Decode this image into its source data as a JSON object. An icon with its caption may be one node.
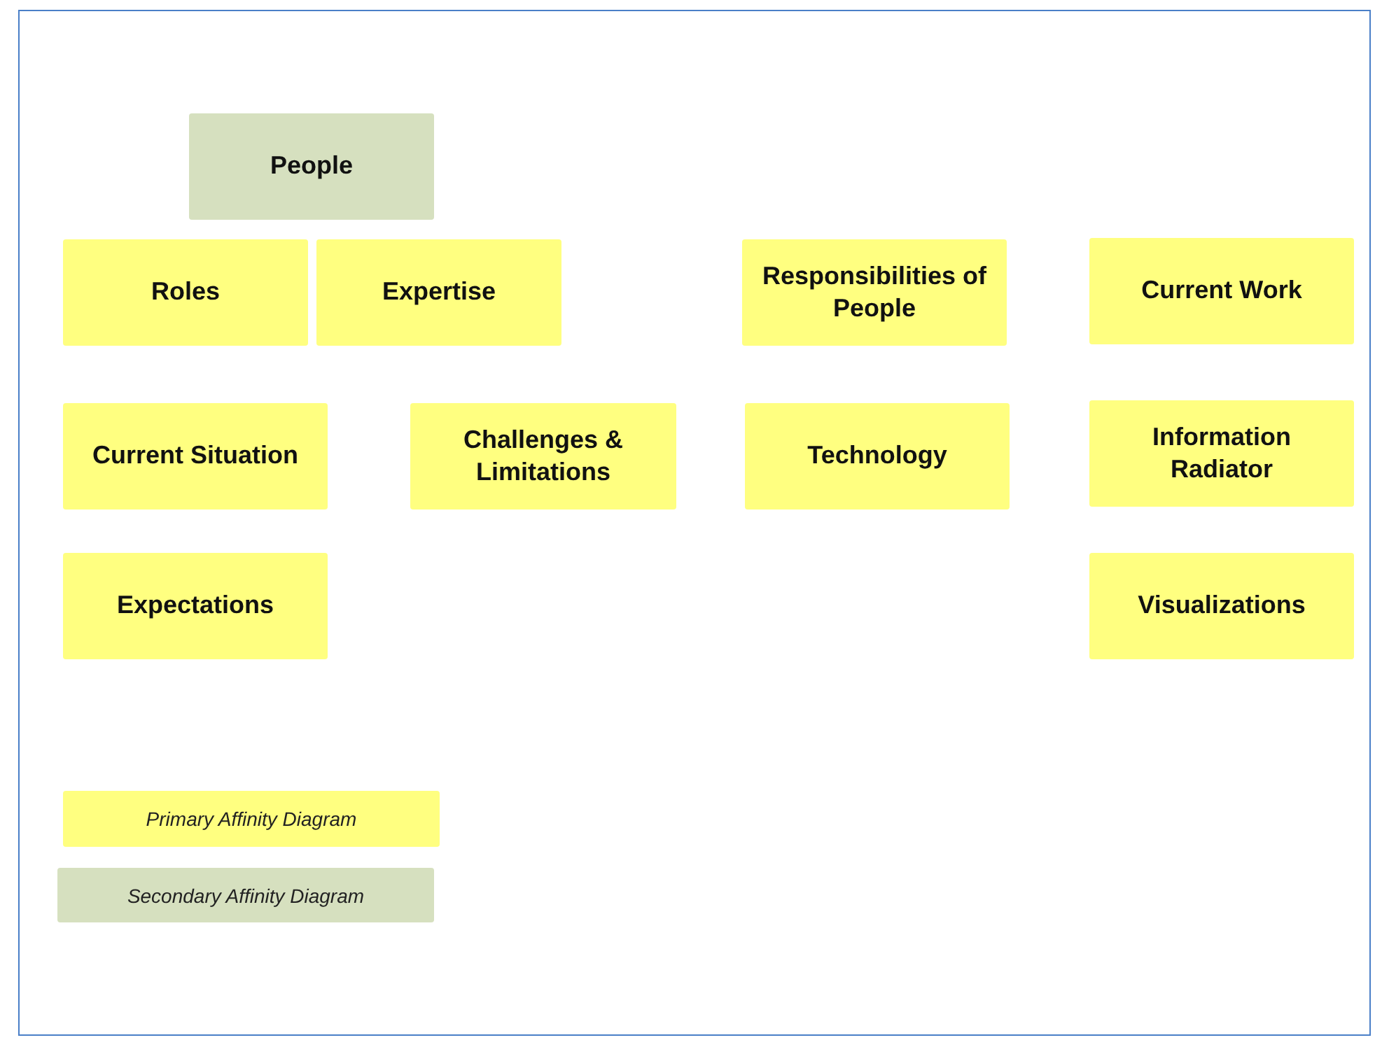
{
  "diagram": {
    "nodes": [
      {
        "text": [
          "People"
        ]
      },
      {
        "text": [
          "Roles"
        ]
      },
      {
        "text": [
          "Expertise"
        ]
      },
      {
        "text": [
          "Responsibilities of People"
        ]
      },
      {
        "text": [
          "Current Work"
        ]
      },
      {
        "text": [
          "Current Situation"
        ]
      },
      {
        "text": [
          "Challenges & Limitations"
        ]
      },
      {
        "text": [
          "Technology"
        ]
      },
      {
        "text": [
          "Information Radiator"
        ]
      },
      {
        "text": [
          "Expectations"
        ]
      },
      {
        "text": [
          "Visualizations"
        ]
      }
    ],
    "legend": [
      {
        "text": "Primary Affinity Diagram",
        "color": "#ffff80"
      },
      {
        "text": "Secondary Affinity Diagram",
        "color": "#d6e0bf"
      }
    ]
  }
}
